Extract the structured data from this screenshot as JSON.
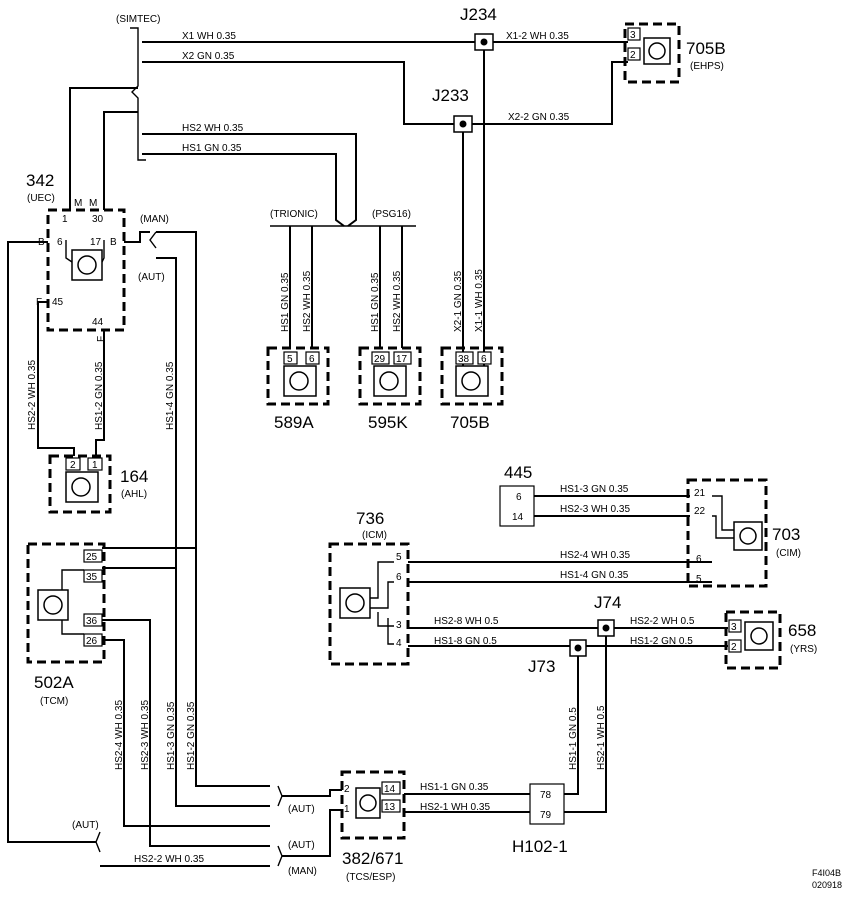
{
  "labels": {
    "simtec": "(SIMTEC)",
    "trionic": "(TRIONIC)",
    "psg16": "(PSG16)",
    "man": "(MAN)",
    "aut": "(AUT)"
  },
  "junctions": {
    "j234": "J234",
    "j233": "J233",
    "j74": "J74",
    "j73": "J73"
  },
  "components": {
    "c705b_top": {
      "number": "705B",
      "name": "(EHPS)",
      "pins": [
        "3",
        "2"
      ]
    },
    "c342": {
      "number": "342",
      "name": "(UEC)",
      "pins": [
        "1",
        "30",
        "6",
        "17",
        "45",
        "44"
      ],
      "marks": [
        "M",
        "M",
        "B",
        "B",
        "F",
        "F"
      ]
    },
    "c164": {
      "number": "164",
      "name": "(AHL)",
      "pins": [
        "2",
        "1"
      ]
    },
    "c589a": {
      "number": "589A",
      "pins": [
        "5",
        "6"
      ]
    },
    "c595k": {
      "number": "595K",
      "pins": [
        "29",
        "17"
      ]
    },
    "c705b_bottom": {
      "number": "705B",
      "pins": [
        "38",
        "6"
      ]
    },
    "c445": {
      "number": "445",
      "pins": [
        "6",
        "14"
      ]
    },
    "c736": {
      "number": "736",
      "name": "(ICM)",
      "pins": [
        "5",
        "6",
        "3",
        "4"
      ]
    },
    "c703": {
      "number": "703",
      "name": "(CIM)",
      "pins": [
        "21",
        "22",
        "6",
        "5"
      ]
    },
    "c658": {
      "number": "658",
      "name": "(YRS)",
      "pins": [
        "3",
        "2"
      ]
    },
    "c502a": {
      "number": "502A",
      "name": "(TCM)",
      "pins": [
        "25",
        "35",
        "36",
        "26"
      ]
    },
    "c382": {
      "number": "382/671",
      "name": "(TCS/ESP)",
      "pins": [
        "2",
        "1",
        "14",
        "13"
      ]
    },
    "h102": {
      "number": "H102-1",
      "pins": [
        "78",
        "79"
      ]
    }
  },
  "wires": {
    "x1": "X1   WH   0.35",
    "x2": "X2   GN   0.35",
    "hs2": "HS2   WH   0.35",
    "hs1": "HS1   GN   0.35",
    "x1_2": "X1-2   WH   0.35",
    "x2_2": "X2-2   GN   0.35",
    "v589_hs1": "HS1  GN  0.35",
    "v589_hs2": "HS2  WH  0.35",
    "v595_hs1": "HS1  GN  0.35",
    "v595_hs2": "HS2  WH  0.35",
    "x2_1": "X2-1  GN  0.35",
    "x1_1": "X1-1  WH  0.35",
    "hs2_2_left": "HS2-2  WH  0.35",
    "hs1_2_left": "HS1-2  GN  0.35",
    "hs1_4": "HS1-4  GN  0.35",
    "hs1_3_top": "HS1-3   GN   0.35",
    "hs2_3_top": "HS2-3   WH   0.35",
    "hs2_4_mid": "HS2-4   WH   0.35",
    "hs1_4_mid": "HS1-4   GN   0.35",
    "hs2_8": "HS2-8   WH   0.5",
    "hs1_8": "HS1-8   GN   0.5",
    "hs2_2_right": "HS2-2   WH  0.5",
    "hs1_2_right": "HS1-2   GN   0.5",
    "hs2_4_v": "HS2-4  WH  0.35",
    "hs2_3_v": "HS2-3  WH  0.35",
    "hs1_3_v": "HS1-3  GN  0.35",
    "hs1_2_v": "HS1-2  GN  0.35",
    "hs1_1_v": "HS1-1  GN  0.5",
    "hs2_1_v": "HS2-1  WH  0.5",
    "hs1_1_h": "HS1-1  GN  0.35",
    "hs2_1_h": "HS2-1   WH  0.35",
    "hs2_2_bottom": "HS2-2    WH   0.35"
  },
  "figure_code": [
    "F4I04B",
    "020918"
  ]
}
